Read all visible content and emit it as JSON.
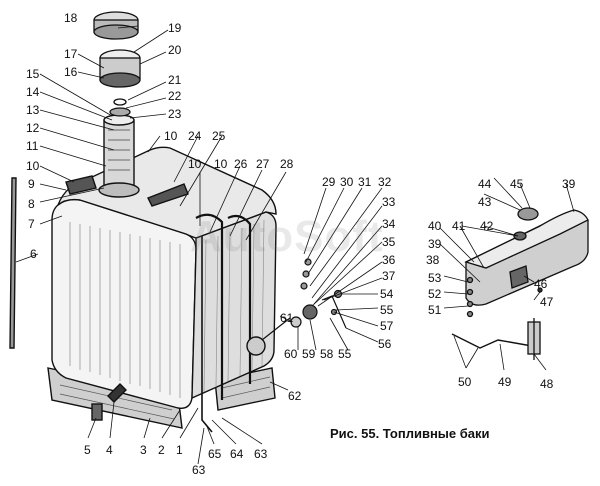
{
  "figure": {
    "caption": "Рис. 55. Топливные баки",
    "watermark": "AutoSoft"
  },
  "callouts": [
    "1",
    "2",
    "3",
    "4",
    "5",
    "6",
    "7",
    "8",
    "9",
    "10",
    "10",
    "10",
    "10",
    "11",
    "12",
    "13",
    "14",
    "15",
    "16",
    "17",
    "18",
    "19",
    "20",
    "21",
    "22",
    "23",
    "24",
    "25",
    "26",
    "27",
    "28",
    "29",
    "30",
    "31",
    "32",
    "33",
    "34",
    "35",
    "36",
    "37",
    "38",
    "39",
    "39",
    "40",
    "41",
    "42",
    "43",
    "44",
    "45",
    "46",
    "47",
    "48",
    "49",
    "50",
    "51",
    "52",
    "53",
    "54",
    "55",
    "55",
    "56",
    "57",
    "58",
    "59",
    "60",
    "61",
    "62",
    "63",
    "63",
    "64",
    "65"
  ]
}
